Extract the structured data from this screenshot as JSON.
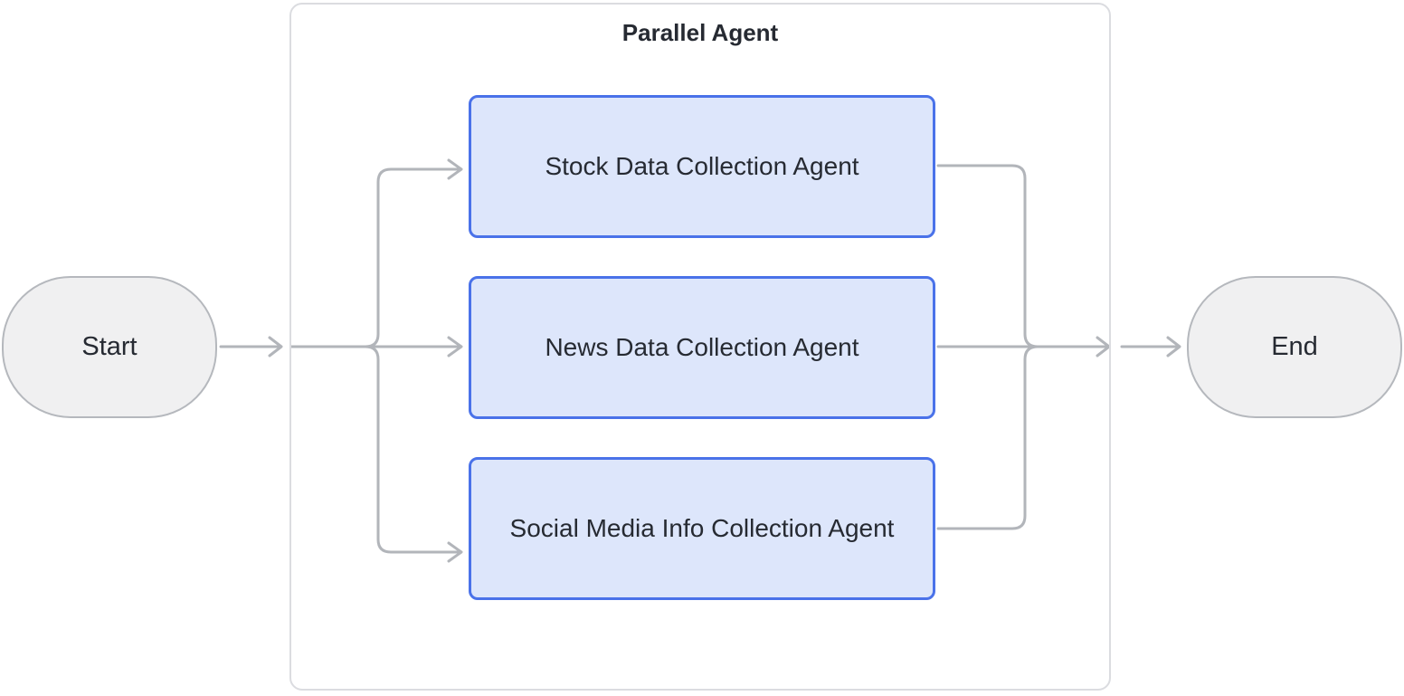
{
  "diagram": {
    "type": "flowchart",
    "start_node": {
      "label": "Start"
    },
    "group": {
      "title": "Parallel Agent",
      "agents": [
        {
          "label": "Stock Data Collection Agent"
        },
        {
          "label": "News Data Collection Agent"
        },
        {
          "label": "Social Media Info Collection Agent"
        }
      ]
    },
    "end_node": {
      "label": "End"
    },
    "colors": {
      "background": "#ffffff",
      "agent_fill": "#dde6fb",
      "agent_border": "#4a72e9",
      "terminal_fill": "#f0f0f1",
      "terminal_border": "#b5b8bd",
      "group_border": "#dbdce0",
      "edge": "#b2b5ba",
      "text": "#262a32"
    }
  }
}
